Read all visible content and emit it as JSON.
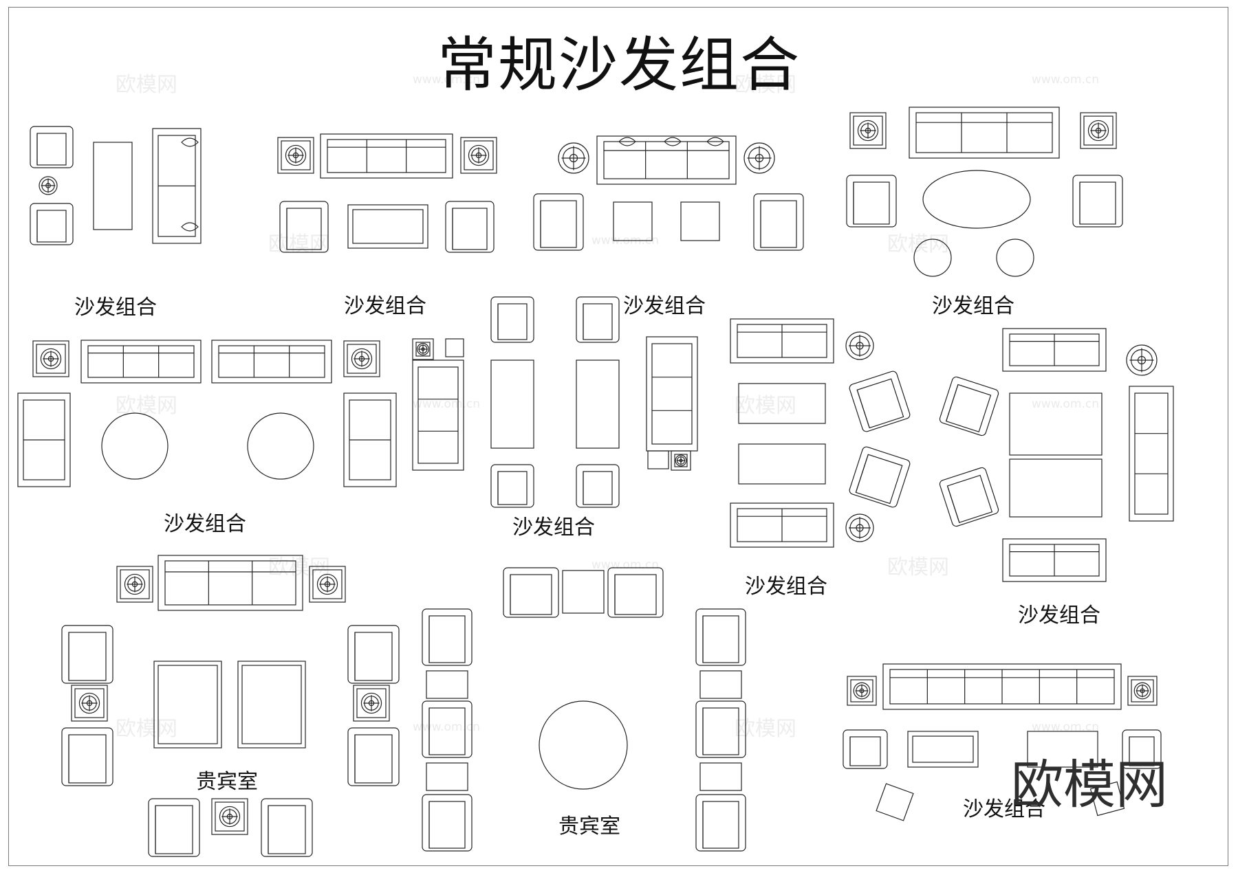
{
  "title": "常规沙发组合",
  "labels": {
    "l1": "沙发组合",
    "l2": "沙发组合",
    "l3": "沙发组合",
    "l4": "沙发组合",
    "l5": "沙发组合",
    "l6": "沙发组合",
    "l7": "沙发组合",
    "l8": "沙发组合",
    "l9": "贵宾室",
    "l10": "贵宾室",
    "l11": "沙发组合"
  },
  "watermark": {
    "text": "欧模网",
    "site": "www.om.cn"
  },
  "brand": "欧模网"
}
